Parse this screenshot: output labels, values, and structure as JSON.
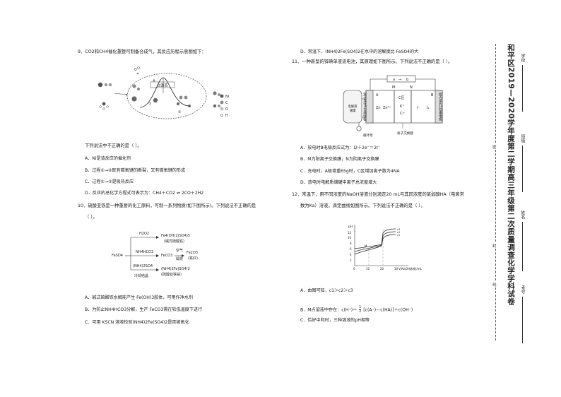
{
  "col1": {
    "q9": {
      "stem": "9．CO2和CH4催化重整可制备合成气，其反应历程示意图如下：",
      "diagram": {
        "transition_label": "过渡态",
        "step1": "①",
        "step2": "②",
        "legend": [
          "Ni",
          "C",
          "O",
          "H"
        ]
      },
      "question": "下列说法中不正确的是（      ）。",
      "options": {
        "A": "A．Ni是该反应的催化剂",
        "B": "B．过程①→②既有碳氧键的断裂，又有碳氧键的形成",
        "C": "C．过程①→②是吸热反应",
        "D": "D．反应的总化学方程式可表示为：CH4＋CO2 ⇌ 2CO＋2H2"
      }
    },
    "q10": {
      "stem1": "10．硫酸亚铁是一种重要的化工原料，可制一系列物质(如下图所示)。下列说法不正确的是",
      "stem2": "（      ）。",
      "diagram": {
        "start": "FeSO4",
        "r1": "H2O2",
        "p1": "Fe4(OH)2(SO4)5",
        "p1_note": "(碱式硫酸铁)",
        "r2": "NH4HCO3",
        "p2": "FeCO3",
        "cond_top": "空气",
        "cond_bottom": "煅烧",
        "p3": "Fe2O3",
        "p3_note": "(铁红)",
        "r3": "(NH4)2SO4",
        "p4": "(NH4)2Fe(SO4)2",
        "p4_note": "(硫酸亚铁铵)",
        "r3_note": "冷却结晶"
      },
      "options": {
        "A": "A．碱式硫酸铁水解能产生 Fe(OH)3胶体，可用作净水剂",
        "B": "B．为防止NH4HCO3分解，生产 FeCO3需在较低温度下进行",
        "C": "C．可用 KSCN 溶液检验(NH4)2Fe(SO4)2是否被氧化"
      }
    }
  },
  "col2": {
    "q10D": "D．常温下，(NH4)2Fe(SO4)2在水中的溶解度比 FeSO4的大",
    "q11": {
      "stem1": "11．一种新型的锌碘单液流电池，其原理如下图所示。下列说法不正确的是（      ）。",
      "diagram": {
        "a_label": "a",
        "b_label": "b",
        "tank_label_1": "电解液",
        "tank_label_2": "储罐",
        "left_electrode": "复合多孔石墨电极",
        "right_electrode": "复合多孔石墨电极",
        "A": "A",
        "B": "B",
        "M": "M",
        "N": "N",
        "C": "C",
        "zn": "Zn",
        "zn_ion": "Zn²⁺",
        "c_area": "C区",
        "k": "K⁺",
        "cl": "Cl⁻",
        "i_ion": "I⁻",
        "i2": "I₂",
        "pump": "循环泵",
        "membrane": "离子交换膜"
      },
      "options": {
        "A": "A．放电时B电极反应式为：I2＋2e⁻＝2I⁻",
        "B": "B．M为阳离子交换膜，N为阴离子交换膜",
        "C": "C．充电时，A极增重65g时，C区增加离子数为4NA",
        "D": "D．放电时电解质储罐中离子总浓度增大"
      }
    },
    "q12": {
      "stem1": "12．常温下，用不同浓度的NaOH溶液分别滴定20 mL与其同浓度的某弱酸HA（电离常",
      "stem2": "数为Ka）溶液，滴定曲线如图所示。下列说法不正确的是（      ）。",
      "chart": {
        "y_label": "pH",
        "y_ticks": [
          "12",
          "10",
          "8",
          "6",
          "4",
          "2"
        ],
        "x_ticks": [
          "0",
          "10",
          "20",
          "30"
        ],
        "x_label": "V(NaOH溶液)/mL",
        "point_m": "M",
        "curve_labels": [
          "c3",
          "c2",
          "c1"
        ]
      },
      "options": {
        "A": "A．由图可知，c1＞c2＞c3",
        "B_pre": "B．M点溶液中存在：c(H⁺)＝",
        "B_frac_num": "1",
        "B_frac_den": "2",
        "B_post": "[c(A⁻)－c(HA)]＋c(OH⁻)",
        "C": "C．恰好中和时，三种溶液的pH相等"
      }
    }
  },
  "side": {
    "title": "和平区2019—2020学年度第二学期高三年级第二次质量调查化学学科试卷",
    "school": "学校",
    "class": "班级",
    "name": "姓名",
    "exam_no": "考号",
    "seal": "密",
    "bind": "封",
    "line": "线"
  }
}
